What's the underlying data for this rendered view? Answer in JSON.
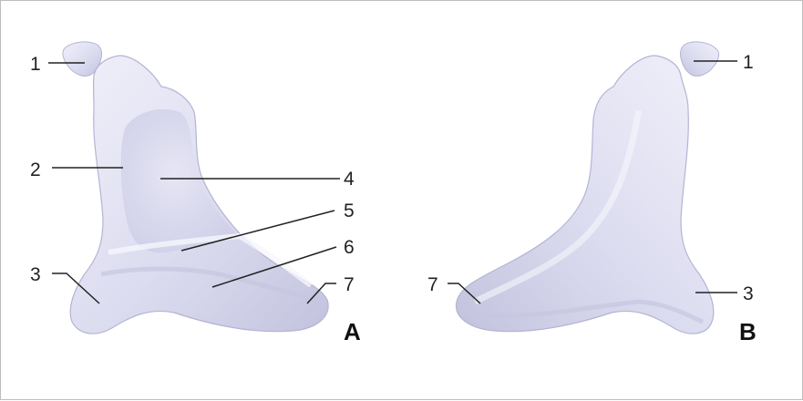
{
  "panels": {
    "a": {
      "letter": "A",
      "labels": {
        "l1": "1",
        "l2": "2",
        "l3": "3",
        "l4": "4",
        "l5": "5",
        "l6": "6",
        "l7": "7"
      }
    },
    "b": {
      "letter": "B",
      "labels": {
        "l1": "1",
        "l3": "3",
        "l7": "7"
      }
    }
  },
  "colors": {
    "bone": "#dcdcf0",
    "bone_shadow": "#b4b4d4",
    "bone_highlight": "#f2f2fb",
    "line": "#222222"
  }
}
